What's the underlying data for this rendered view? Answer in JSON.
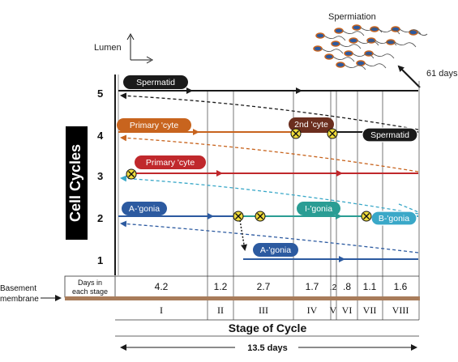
{
  "labels": {
    "spermiation": "Spermiation",
    "lumen": "Lumen",
    "days_61": "61 days",
    "cell_cycles": "Cell Cycles",
    "basement_membrane_line1": "Basement",
    "basement_membrane_line2": "membrane",
    "days_in_stage_line1": "Days in",
    "days_in_stage_line2": "each stage",
    "stage_of_cycle": "Stage of Cycle",
    "duration": "13.5 days"
  },
  "cycle_numbers": [
    "5",
    "4",
    "3",
    "2",
    "1"
  ],
  "stages": [
    {
      "roman": "I",
      "days": "4.2"
    },
    {
      "roman": "II",
      "days": "1.2"
    },
    {
      "roman": "III",
      "days": "2.7"
    },
    {
      "roman": "IV",
      "days": "1.7"
    },
    {
      "roman": "V",
      "days": ".2"
    },
    {
      "roman": "VI",
      "days": ".8"
    },
    {
      "roman": "VII",
      "days": "1.1"
    },
    {
      "roman": "VIII",
      "days": "1.6"
    }
  ],
  "cell_labels": {
    "spermatid_top": "Spermatid",
    "primary_cyte_4": "Primary 'cyte",
    "second_cyte": "2nd 'cyte",
    "spermatid_4": "Spermatid",
    "primary_cyte_3": "Primary 'cyte",
    "a_gonia_2": "A-'gonia",
    "i_gonia": "I-'gonia",
    "b_gonia": "B-'gonia",
    "a_gonia_1": "A-'gonia"
  },
  "colors": {
    "black": "#1a1a1a",
    "orange": "#c8641e",
    "red": "#c0282c",
    "blue": "#2c5aa0",
    "teal": "#2a9d94",
    "cyan": "#3aa8c8",
    "brown": "#6b2e1e",
    "yellow": "#f0dc3c",
    "membrane": "#a87c5a"
  }
}
